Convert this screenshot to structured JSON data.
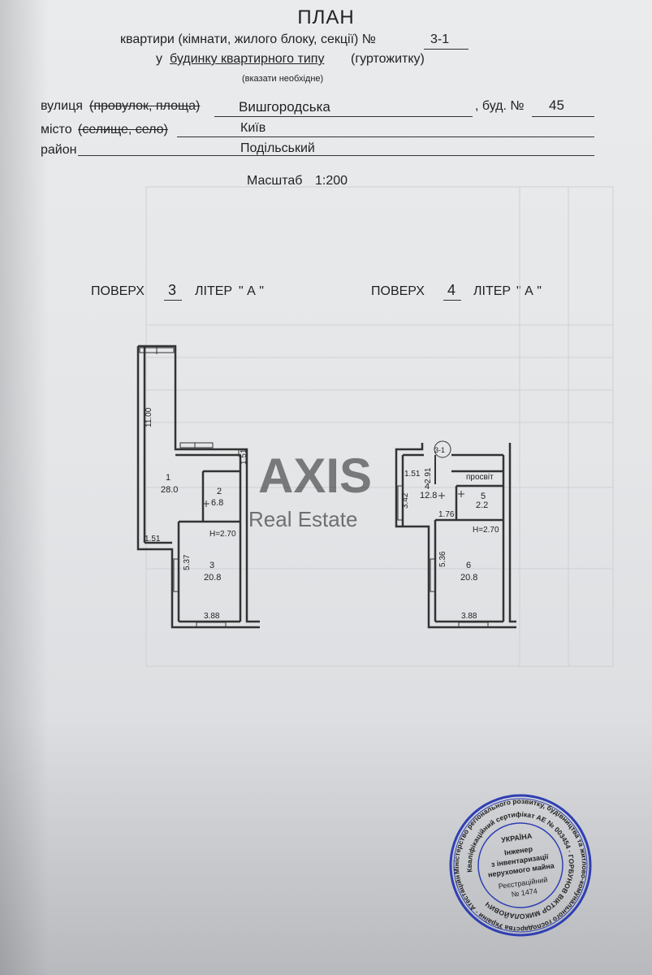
{
  "header": {
    "title": "ПЛАН",
    "line1_prefix": "квартири (кімнати, жилого блоку, секції) №",
    "apartment_no": "3-1",
    "line2_prefix": "у",
    "line2_underlined": "будинку квартирного типу",
    "line2_suffix": "(гуртожитку)",
    "hint": "(вказати необхідне)"
  },
  "address": {
    "street_label": "вулиця",
    "street_struck": "(провулок, площа)",
    "street_value": "Вишгородська",
    "building_label": ", буд. №",
    "building_value": "45",
    "city_label": "місто",
    "city_struck": "(селище, село)",
    "city_value": "Київ",
    "district_label": "район",
    "district_value": "Подільський"
  },
  "scale": {
    "label": "Масштаб",
    "value": "1:200"
  },
  "floor3": {
    "label": "ПОВЕРХ",
    "floor": "3",
    "liter_label": "ЛІТЕР",
    "liter": "\" А \""
  },
  "floor4": {
    "label": "ПОВЕРХ",
    "floor": "4",
    "liter_label": "ЛІТЕР",
    "liter": "\" А \""
  },
  "plan3": {
    "dim_length": "11.00",
    "dim_151_top": "1.51",
    "dim_151_bottom": "1.51",
    "room1_no": "1",
    "room1_area": "28.0",
    "room2_no": "2",
    "room2_area": "6.8",
    "height": "Н=2.70",
    "dim_537": "5.37",
    "room3_no": "3",
    "room3_area": "20.8",
    "dim_388": "3.88"
  },
  "plan4": {
    "section_mark": "3-1",
    "dim_151": "1.51",
    "dim_291": "2.91",
    "skylight": "просвіт",
    "dim_342": "3.42",
    "room4_no": "4",
    "room4_area": "12.8",
    "room5_no": "5",
    "room5_area": "2.2",
    "dim_176": "1.76",
    "height": "Н=2.70",
    "dim_536": "5.36",
    "room6_no": "6",
    "room6_area": "20.8",
    "dim_388": "3.88"
  },
  "watermark": {
    "brand": "AXIS",
    "sub": "Real Estate"
  },
  "stamp": {
    "outer_text": "Міністерство регіонального розвитку, будівництва та житлово-комунального господарства України · Атестаційна архітектурно-будівельна комісія",
    "inner_text": "Кваліфікаційний сертифікат АЕ № 003454 · ГОРБУНОВ ВІКТОР МИКОЛАЙОВИЧ",
    "country": "УКРАЇНА",
    "line1": "Інженер",
    "line2": "з інвентаризації",
    "line3": "нерухомого майна",
    "reg_label": "Реєстраційний",
    "reg_no": "№ 1474"
  },
  "colors": {
    "ink": "#222222",
    "stamp": "#2f3fb3",
    "paper": "#e6e8ea"
  }
}
